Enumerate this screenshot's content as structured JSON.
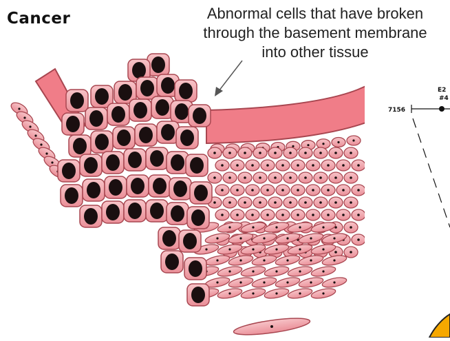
{
  "title": "Cancer",
  "caption": {
    "line1": "Abnormal cells that have broken",
    "line2": "through the basement membrane",
    "line3": "into other tissue"
  },
  "inset": {
    "top_label_1": "E2",
    "top_label_2": "#4",
    "side_label": "7156"
  },
  "colors": {
    "cell_fill": "#f0a8ae",
    "cell_stroke": "#a84650",
    "nucleus": "#1a0f10",
    "membrane": "#f07d88",
    "accent": "#f6a800"
  }
}
